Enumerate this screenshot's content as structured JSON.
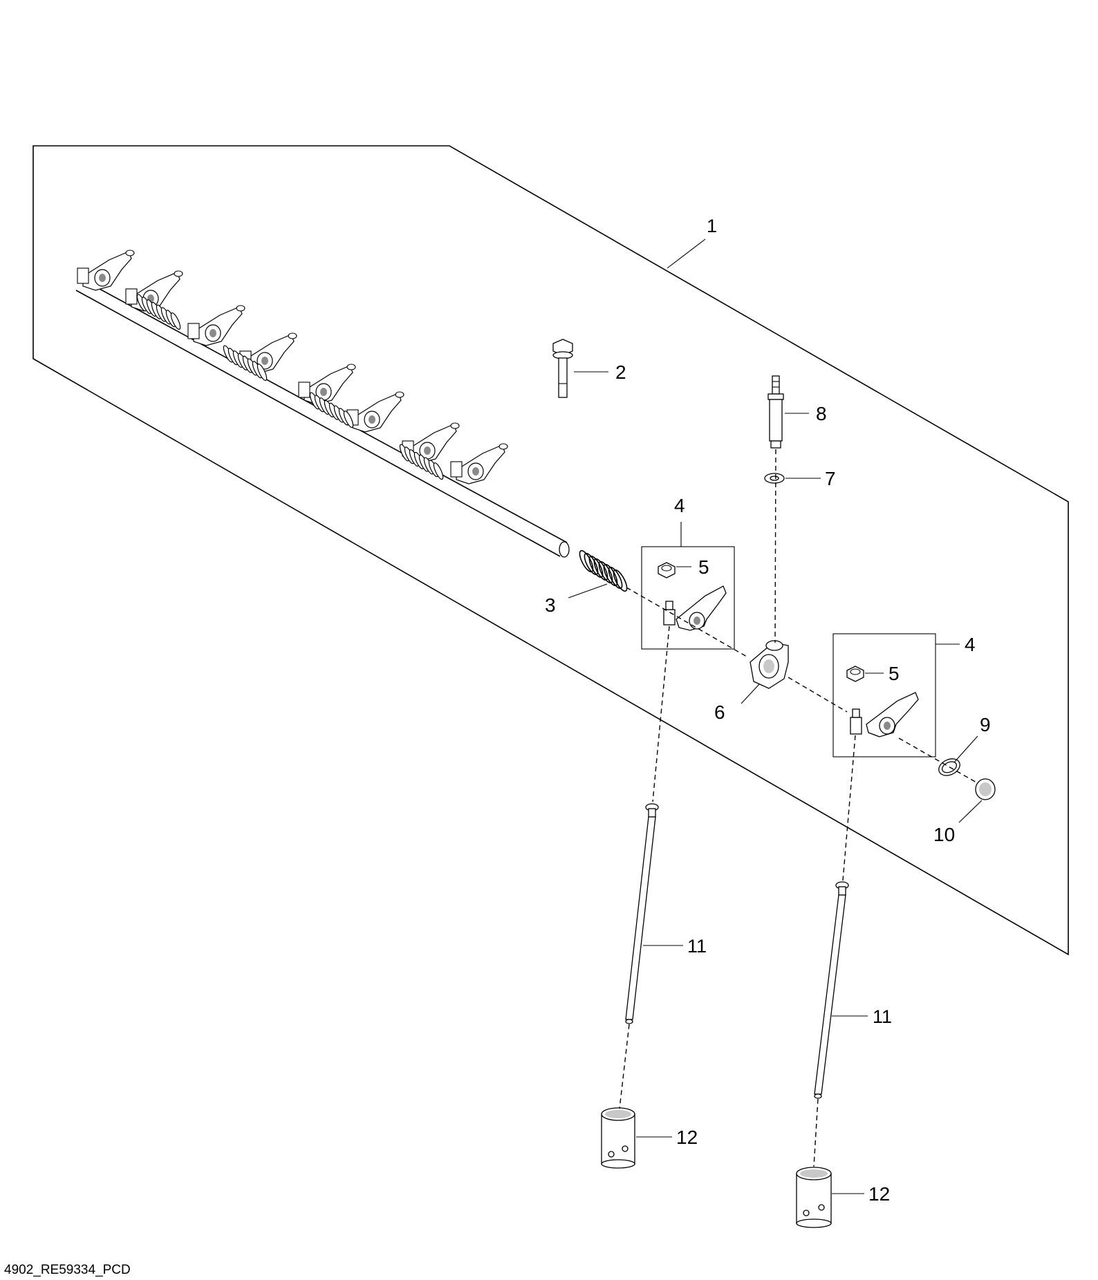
{
  "figure_id": "4902_RE59334_PCD",
  "callouts": {
    "c1": "1",
    "c2": "2",
    "c3": "3",
    "c4a": "4",
    "c4b": "4",
    "c5a": "5",
    "c5b": "5",
    "c6": "6",
    "c7": "7",
    "c8": "8",
    "c9": "9",
    "c10": "10",
    "c11a": "11",
    "c11b": "11",
    "c12a": "12",
    "c12b": "12"
  }
}
